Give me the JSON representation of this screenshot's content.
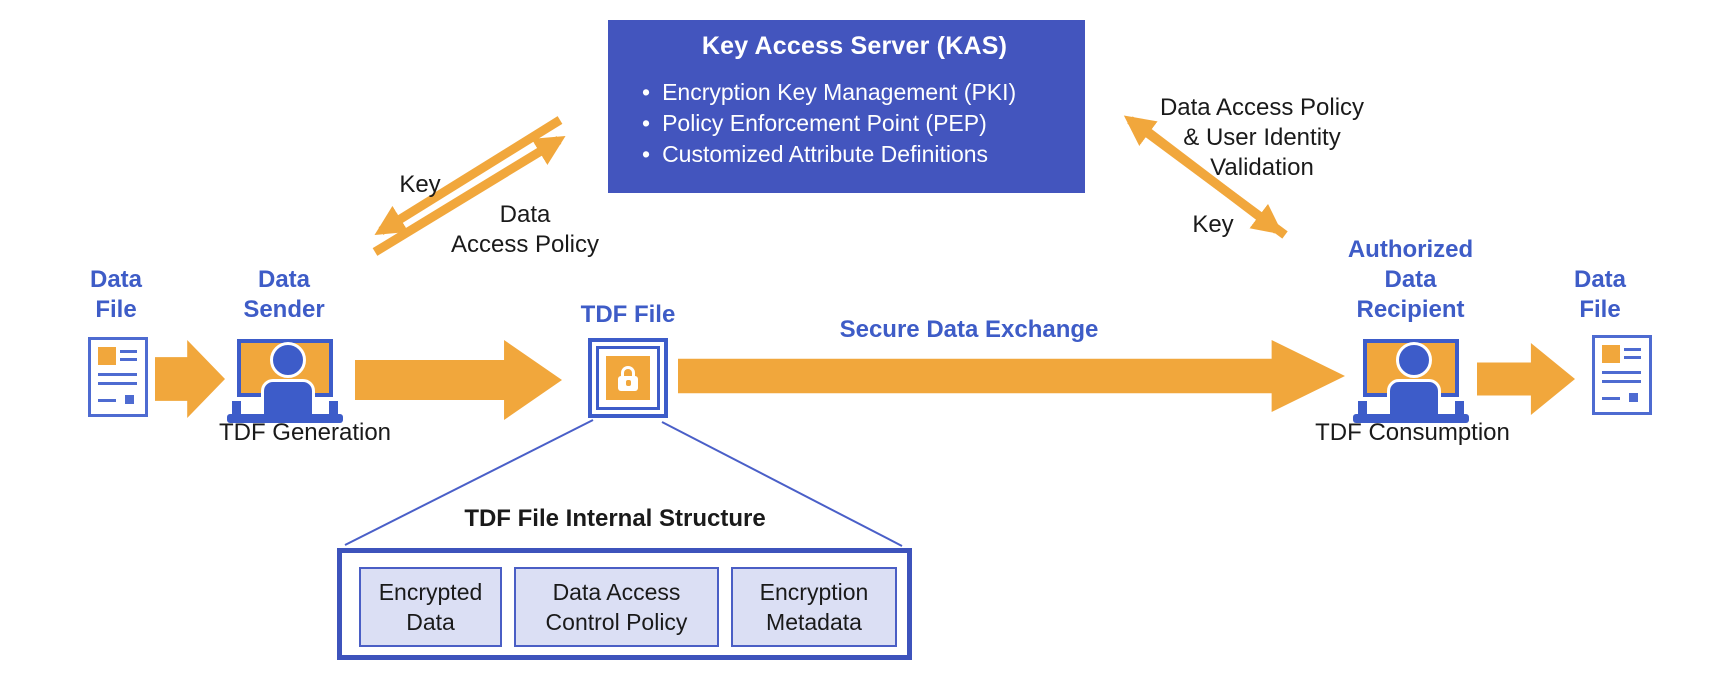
{
  "colors": {
    "orange": "#F1A73C",
    "kas_blue": "#4355BE",
    "label_blue": "#3E5CC7",
    "panel_fill": "#DBDFF4",
    "panel_border": "#4A5EC5",
    "outer_border": "#3D53BC",
    "icon_blue": "#3D5CC9",
    "doc_border": "#4E6BD1",
    "text_black": "#1A1A1A"
  },
  "kas": {
    "title": "Key Access Server (KAS)",
    "bullets": [
      "Encryption Key Management (PKI)",
      "Policy Enforcement Point (PEP)",
      "Customized Attribute Definitions"
    ]
  },
  "links": {
    "left_key": "Key",
    "left_policy": "Data\nAccess Policy",
    "right_policy": "Data Access Policy\n& User Identity\nValidation",
    "right_key": "Key"
  },
  "flow": {
    "data_file_left": "Data\nFile",
    "data_sender": "Data\nSender",
    "tdf_generation": "TDF Generation",
    "tdf_file": "TDF File",
    "secure_data_exchange": "Secure Data Exchange",
    "authorized_recipient": "Authorized\nData\nRecipient",
    "tdf_consumption": "TDF Consumption",
    "data_file_right": "Data\nFile"
  },
  "internal_structure": {
    "title": "TDF File Internal Structure",
    "boxes": [
      "Encrypted\nData",
      "Data Access\nControl Policy",
      "Encryption\nMetadata"
    ]
  }
}
